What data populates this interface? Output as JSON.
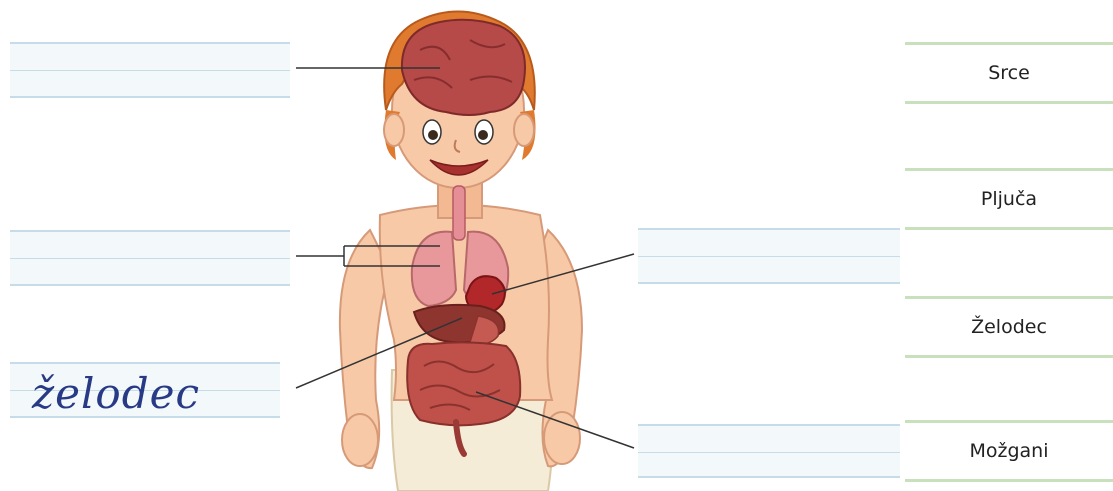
{
  "worksheet": {
    "written_answer": "želodec",
    "word_bank": [
      "Srce",
      "Pljuča",
      "Želodec",
      "Možgani"
    ]
  },
  "colors": {
    "line_blue": "#c6dde9",
    "line_green": "#c9e0bd",
    "handwriting": "#283a86",
    "skin": "#f7c9a6",
    "hair": "#e07a2e",
    "organ_red": "#b64a48",
    "lung_pink": "#e8979a"
  }
}
